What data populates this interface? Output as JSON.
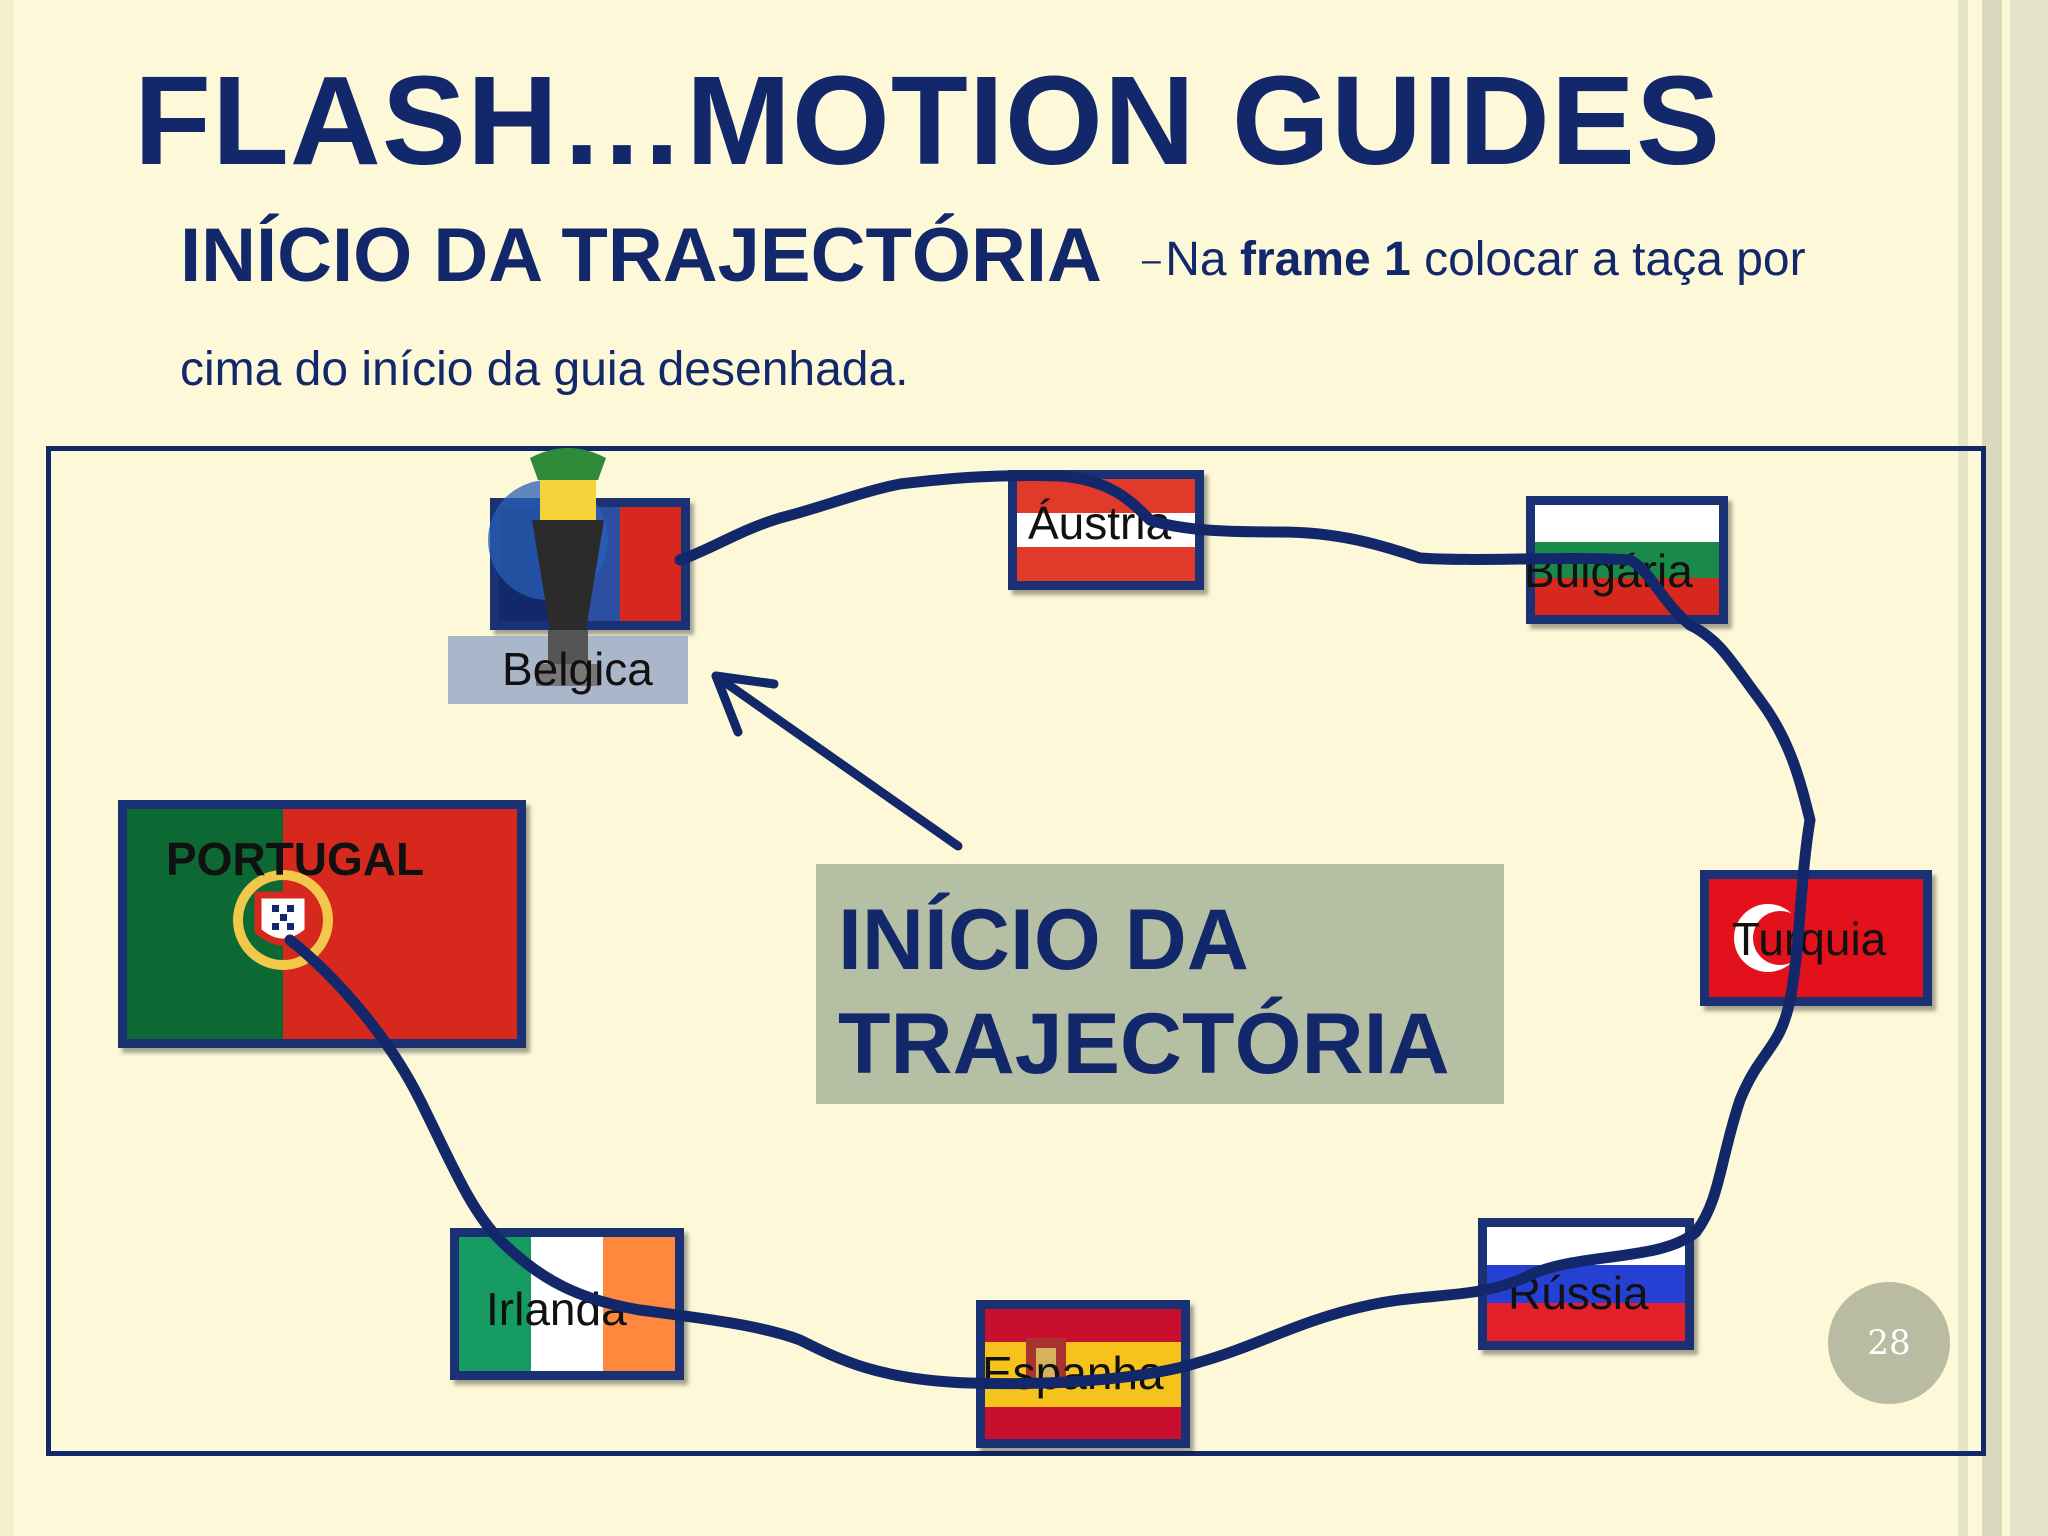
{
  "slide": {
    "title": "FLASH…MOTION GUIDES",
    "subtitle_heading": "INÍCIO DA TRAJECTÓRIA",
    "subtitle_dash": "–",
    "subtitle_text_1": "Na",
    "subtitle_bold": "frame 1",
    "subtitle_text_2": "colocar a taça por",
    "subtitle_line2": "cima do início da guia desenhada.",
    "page_number": "28"
  },
  "diagram": {
    "callout_line1": "INÍCIO DA",
    "callout_line2": "TRAJECTÓRIA",
    "portugal_label": "PORTUGAL",
    "countries": {
      "belgica": "Belgica",
      "austria": "Áustria",
      "bulgaria": "Bulgária",
      "turquia": "Turquia",
      "russia": "Rússia",
      "espanha": "Espanha",
      "irlanda": "Irlanda"
    }
  },
  "colors": {
    "background": "#fdf9d8",
    "navy": "#13286a",
    "callout_bg": "#b5bfa3",
    "badge": "#b9bca0"
  }
}
